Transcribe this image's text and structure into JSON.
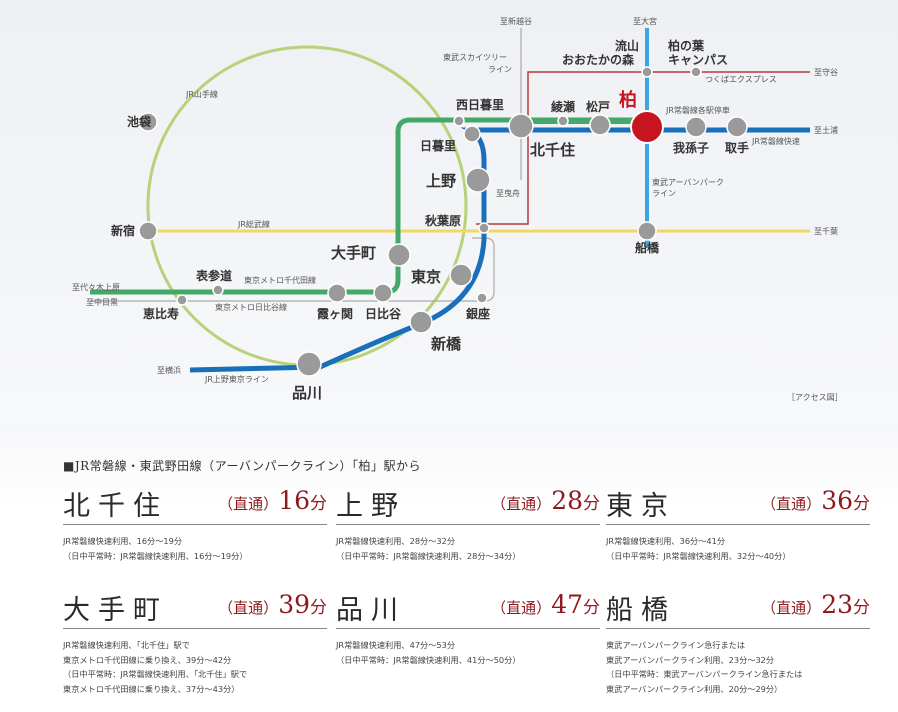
{
  "map": {
    "stations": {
      "kashiwa": "柏",
      "kitasenju": "北千住",
      "ueno": "上野",
      "otemachi": "大手町",
      "tokyo": "東京",
      "shinbashi": "新橋",
      "shinagawa": "品川",
      "nishinippori": "西日暮里",
      "nippori": "日暮里",
      "akihabara": "秋葉原",
      "ginza": "銀座",
      "hibiya": "日比谷",
      "kasumigaseki": "霞ヶ関",
      "omotesando": "表参道",
      "ebisu": "恵比寿",
      "shinjuku": "新宿",
      "ikebukuro": "池袋",
      "ayase": "綾瀬",
      "matsudo": "松戸",
      "abiko": "我孫子",
      "toride": "取手",
      "funabashi": "船橋",
      "nagareyama_1": "流山",
      "nagareyama_2": "おおたかの森",
      "kashiwanoha_1": "柏の葉",
      "kashiwanoha_2": "キャンパス"
    },
    "lines": {
      "yamanote": "JR山手線",
      "sobu": "JR総武線",
      "chiyoda": "東京メトロ千代田線",
      "hibiya": "東京メトロ日比谷線",
      "ueno_tokyo": "JR上野東京ライン",
      "skytree_1": "東武スカイツリー",
      "skytree_2": "ライン",
      "tx": "つくばエクスプレス",
      "joban_local": "JR常磐線各駅停車",
      "joban_rapid": "JR常磐線快速",
      "urbanpark_1": "東武アーバンパーク",
      "urbanpark_2": "ライン"
    },
    "directions": {
      "shinkoshigaya": "至新越谷",
      "omiya": "至大宮",
      "moriya": "至守谷",
      "tsuchiura": "至土浦",
      "chiba": "至千葉",
      "hikifune": "至曳舟",
      "yoyogiuehara": "至代々木上原",
      "nakameguro": "至中目黒",
      "yokohama": "至横浜"
    },
    "caption": "［アクセス図］",
    "colors": {
      "yamanote": "#b8d27a",
      "sobu": "#f2d860",
      "chiyoda": "#45a86a",
      "hibiya": "#aaaaaa",
      "joban_rapid": "#1a6fba",
      "joban_local": "#45a86a",
      "urbanpark": "#3aa8e0",
      "tx": "#b53a3a",
      "skytree": "#b53a3a",
      "kashiwa": "#c8141e",
      "station": "#9a9a9a"
    }
  },
  "info": {
    "heading": "■JR常磐線・東武野田線（アーバンパークライン）「柏」駅から",
    "accent": "#8e1a1f",
    "cards": [
      {
        "name": "北千住",
        "direct": "（直通）",
        "minutes": "16",
        "unit": "分",
        "notes": [
          "JR常磐線快速利用、16分〜19分",
          "（日中平常時：JR常磐線快速利用、16分〜19分）"
        ]
      },
      {
        "name": "上野",
        "direct": "（直通）",
        "minutes": "28",
        "unit": "分",
        "notes": [
          "JR常磐線快速利用、28分〜32分",
          "（日中平常時：JR常磐線快速利用、28分〜34分）"
        ]
      },
      {
        "name": "東京",
        "direct": "（直通）",
        "minutes": "36",
        "unit": "分",
        "notes": [
          "JR常磐線快速利用、36分〜41分",
          "（日中平常時：JR常磐線快速利用、32分〜40分）"
        ]
      },
      {
        "name": "大手町",
        "direct": "（直通）",
        "minutes": "39",
        "unit": "分",
        "notes": [
          "JR常磐線快速利用、「北千住」駅で",
          "東京メトロ千代田線に乗り換え、39分〜42分",
          "（日中平常時：JR常磐線快速利用、「北千住」駅で",
          "東京メトロ千代田線に乗り換え、37分〜43分）"
        ]
      },
      {
        "name": "品川",
        "direct": "（直通）",
        "minutes": "47",
        "unit": "分",
        "notes": [
          "JR常磐線快速利用、47分〜53分",
          "（日中平常時：JR常磐線快速利用、41分〜50分）"
        ]
      },
      {
        "name": "船橋",
        "direct": "（直通）",
        "minutes": "23",
        "unit": "分",
        "notes": [
          "東武アーバンパークライン急行または",
          "東武アーバンパークライン利用、23分〜32分",
          "（日中平常時：東武アーバンパークライン急行または",
          "東武アーバンパークライン利用、20分〜29分）"
        ]
      }
    ]
  }
}
